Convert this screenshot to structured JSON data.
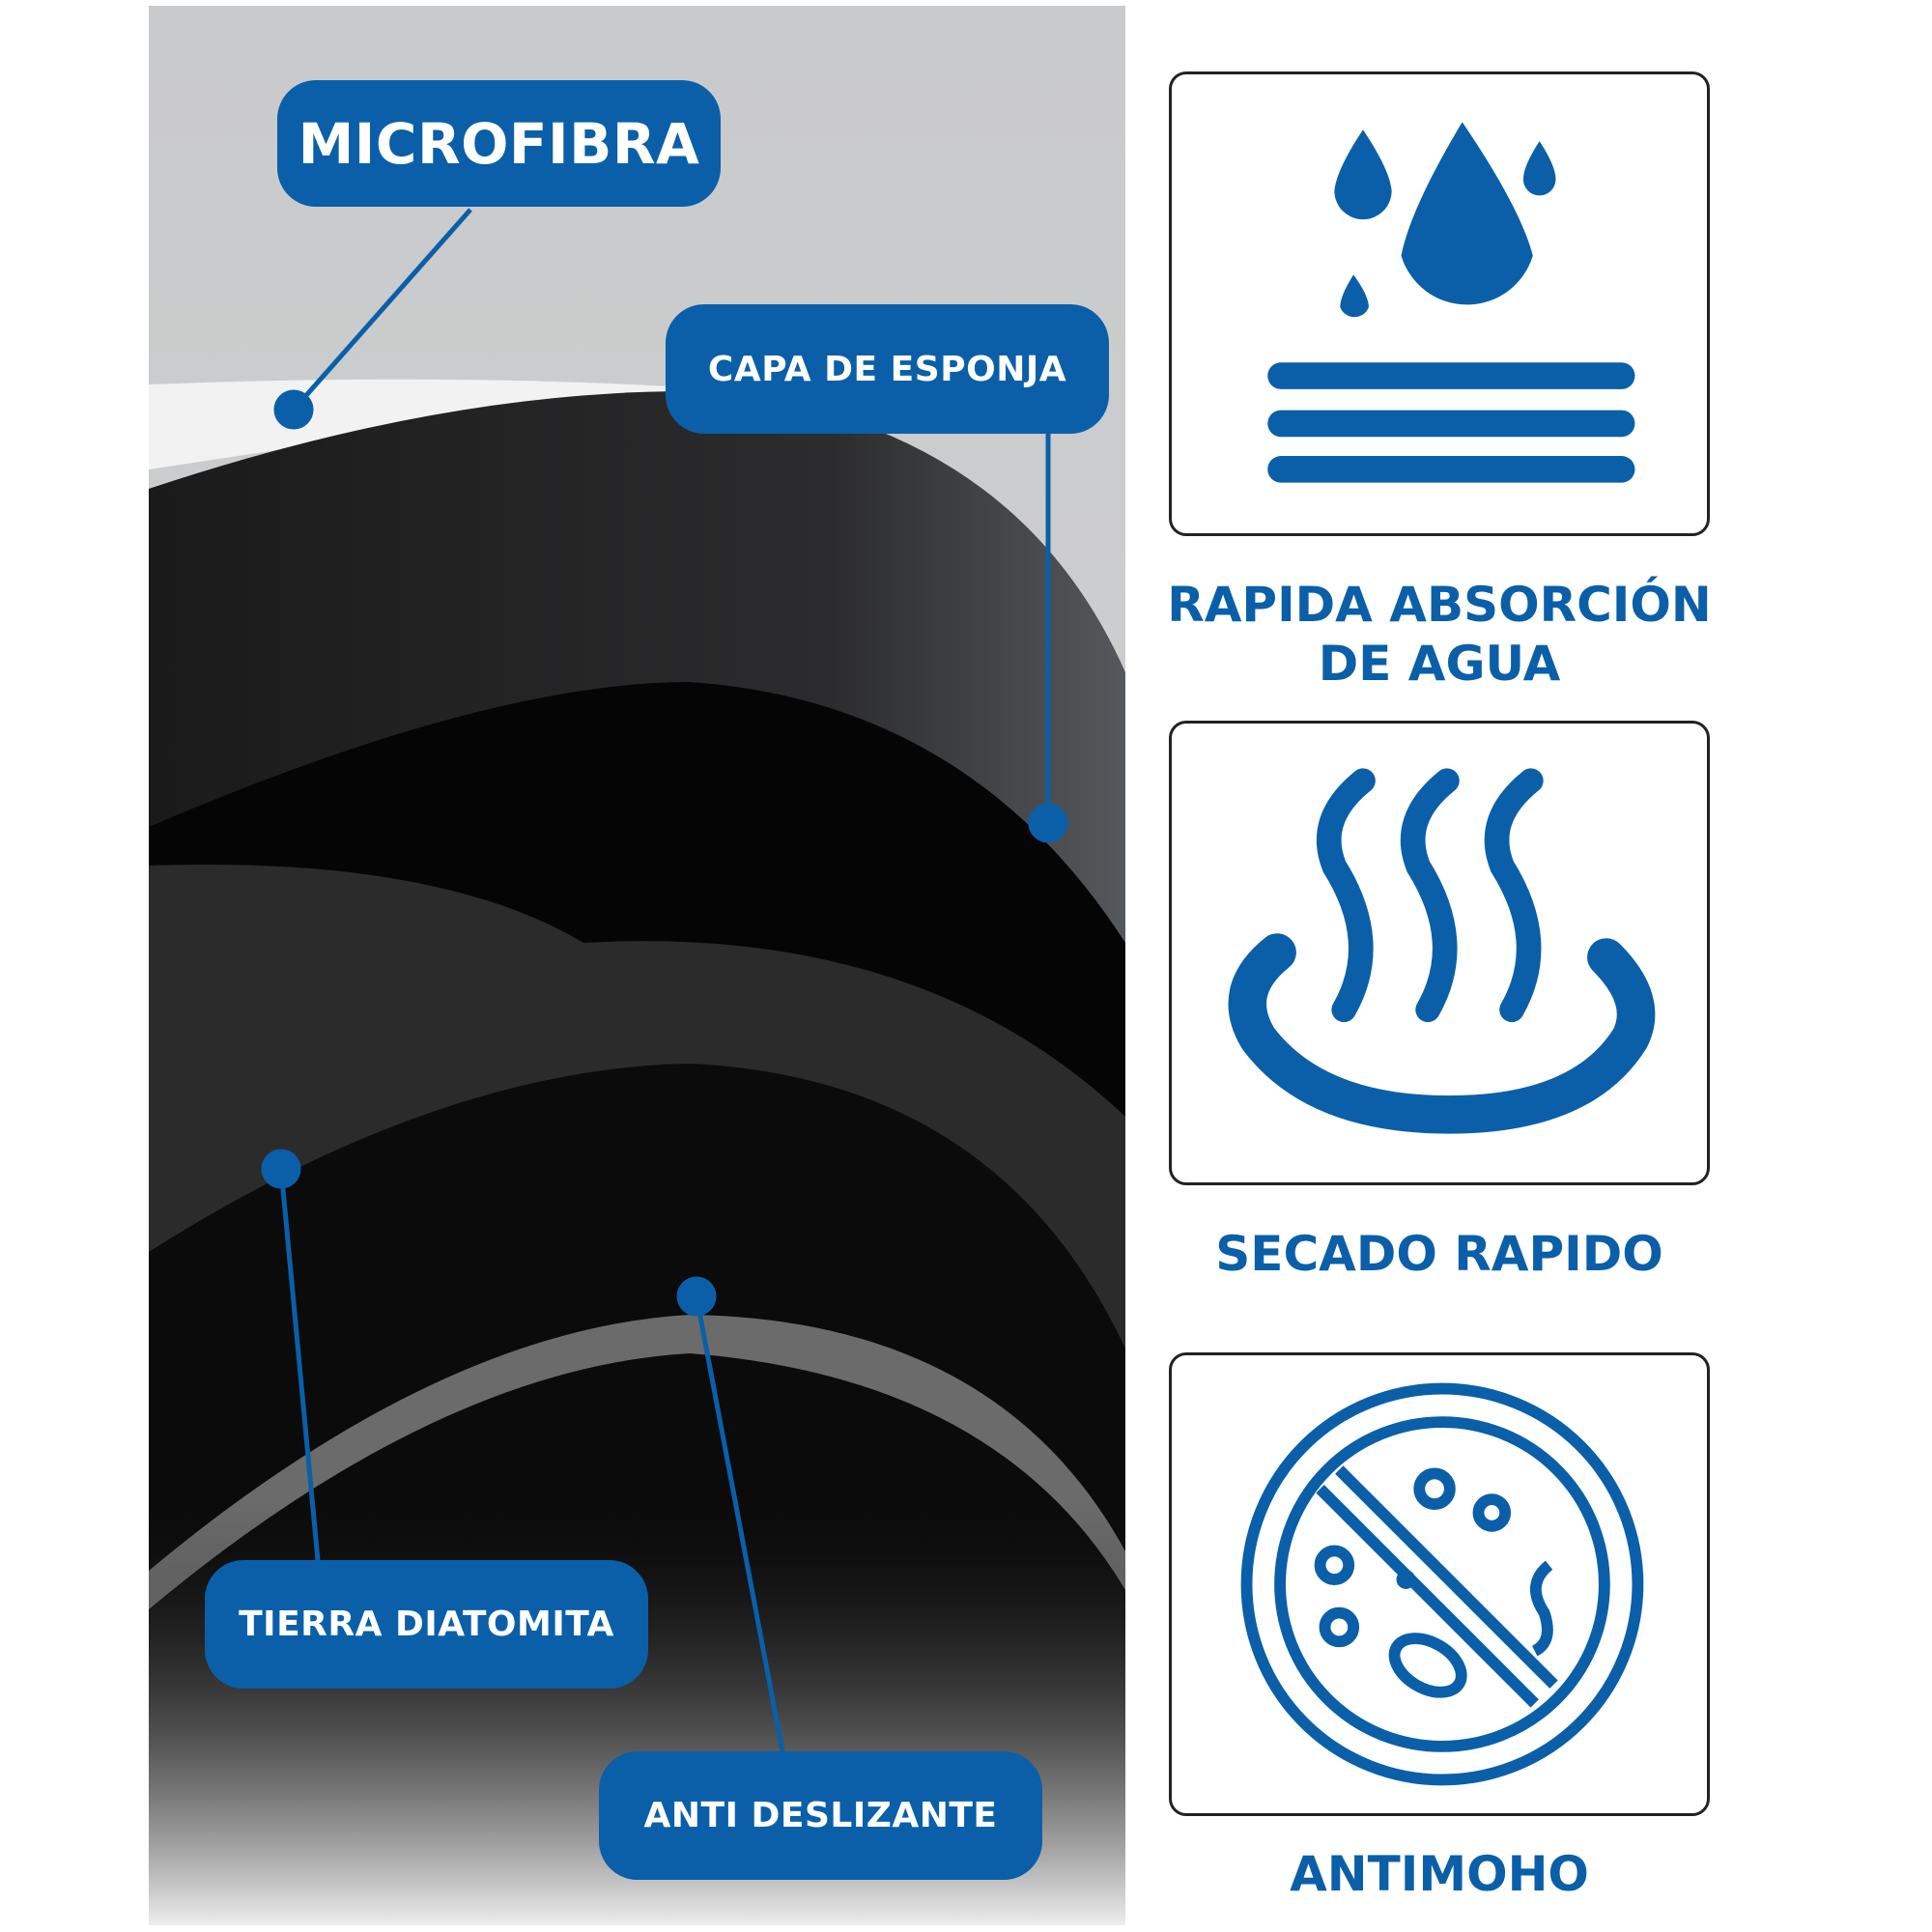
{
  "labels": {
    "microfibra": "MICROFIBRA",
    "capa_esponja": "CAPA DE ESPONJA",
    "tierra_diatomita": "TIERRA DIATOMITA",
    "anti_deslizante": "ANTI DESLIZANTE"
  },
  "features": [
    {
      "icon": "water-drops-absorption-icon",
      "title_line1": "RAPIDA ABSORCIÓN",
      "title_line2": "DE AGUA"
    },
    {
      "icon": "steam-heat-icon",
      "title_line1": "SECADO RAPIDO"
    },
    {
      "icon": "no-bacteria-icon",
      "title_line1": "ANTIMOHO"
    }
  ],
  "colors": {
    "brand_blue": "#0a5fa8",
    "card_border": "#222222",
    "background": "#ffffff"
  }
}
